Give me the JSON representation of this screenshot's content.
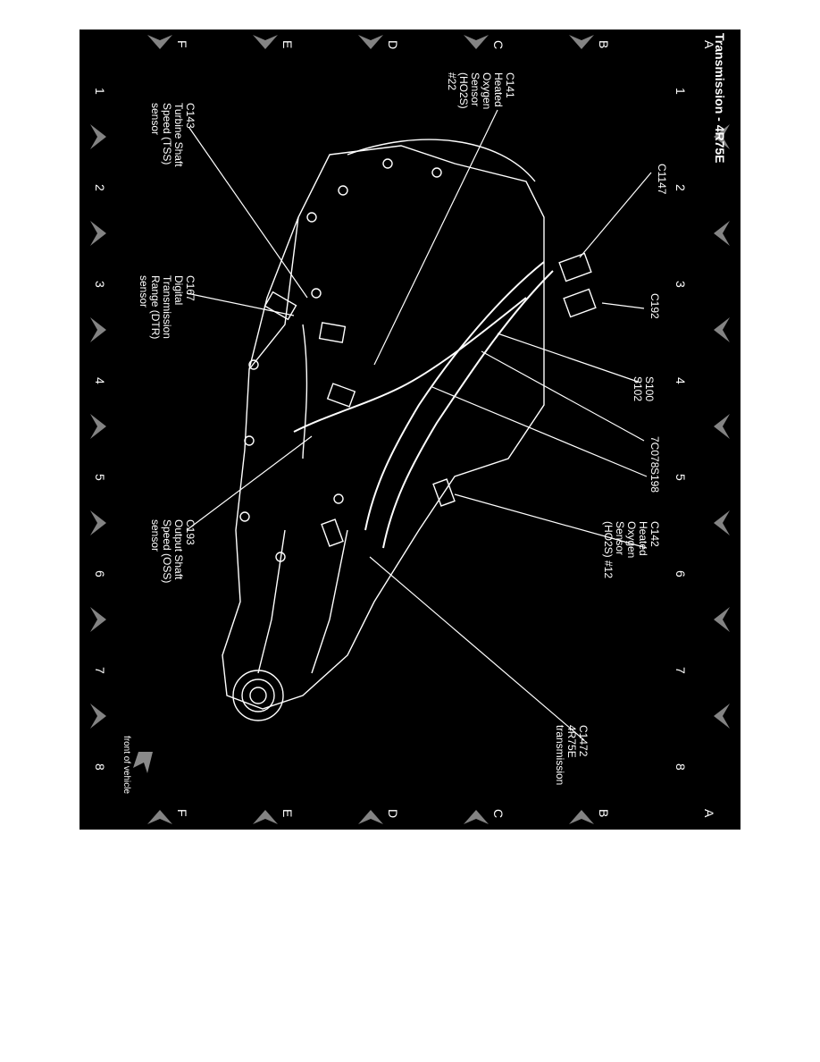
{
  "diagram": {
    "title": "Transmission - 4R75E",
    "columns": [
      "1",
      "2",
      "3",
      "4",
      "5",
      "6",
      "7",
      "8"
    ],
    "rows": [
      "A",
      "B",
      "C",
      "D",
      "E",
      "F"
    ],
    "front_label": "front of vehicle",
    "callouts": {
      "c1147": [
        "C1147"
      ],
      "c192": [
        "C192"
      ],
      "s100": [
        "S100",
        "S102"
      ],
      "c7078": [
        "7C078"
      ],
      "s198": [
        "S198"
      ],
      "c142": [
        "C142",
        "Heated",
        "Oxygen",
        "Sensor",
        "(HO2S) #12"
      ],
      "c1472": [
        "C1472",
        "4R75E",
        "transmission"
      ],
      "c141": [
        "C141",
        "Heated",
        "Oxygen",
        "Sensor",
        "(HO2S)",
        "#22"
      ],
      "c143": [
        "C143",
        "Turbine Shaft",
        "Speed (TSS)",
        "sensor"
      ],
      "c167": [
        "C167",
        "Digital",
        "Transmission",
        "Range (DTR)",
        "sensor"
      ],
      "c193": [
        "C193",
        "Output Shaft",
        "Speed (OSS)",
        "sensor"
      ]
    }
  }
}
